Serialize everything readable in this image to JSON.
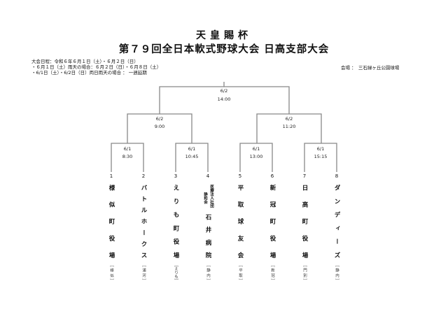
{
  "header": {
    "title": "天皇賜杯",
    "subtitle": "第７９回全日本軟式野球大会 日高支部大会"
  },
  "info": {
    "schedule": "大会日程：令和６年６月１日（土）・６月２日（日）",
    "rain1": "・６月１日（土）雨天の場合：６月２日（日）・６月８日（土）",
    "rain2": "・6/1日（土）・6/2日（日）両日雨天の場合 ： 一週延期",
    "venue": "会場 ：　三石緑ヶ丘公園球場"
  },
  "games": {
    "final": {
      "date": "6/2",
      "time": "14:00"
    },
    "semi1": {
      "date": "6/2",
      "time": "9:00"
    },
    "semi2": {
      "date": "6/2",
      "time": "11:20"
    },
    "r1": {
      "date": "6/1",
      "time": "8:30"
    },
    "r2": {
      "date": "6/1",
      "time": "10:45"
    },
    "r3": {
      "date": "6/1",
      "time": "13:00"
    },
    "r4": {
      "date": "6/1",
      "time": "15:15"
    }
  },
  "teams": [
    {
      "no": "1",
      "name": "様似町役場",
      "aff": "［様似］"
    },
    {
      "no": "2",
      "name": "バトルホークス",
      "aff": "［浦河］"
    },
    {
      "no": "3",
      "name": "えりも町役場",
      "aff": "［えりも］"
    },
    {
      "no": "4",
      "name": "石井病院",
      "org1": "医療法人社団",
      "org2": "静和会",
      "aff": "［静内］"
    },
    {
      "no": "5",
      "name": "平取球友会",
      "aff": "［平取］"
    },
    {
      "no": "6",
      "name": "新冠町役場",
      "aff": "［新冠］"
    },
    {
      "no": "7",
      "name": "日高町役場",
      "aff": "［門別］"
    },
    {
      "no": "8",
      "name": "ダンディーズ",
      "aff": "［静内］"
    }
  ]
}
